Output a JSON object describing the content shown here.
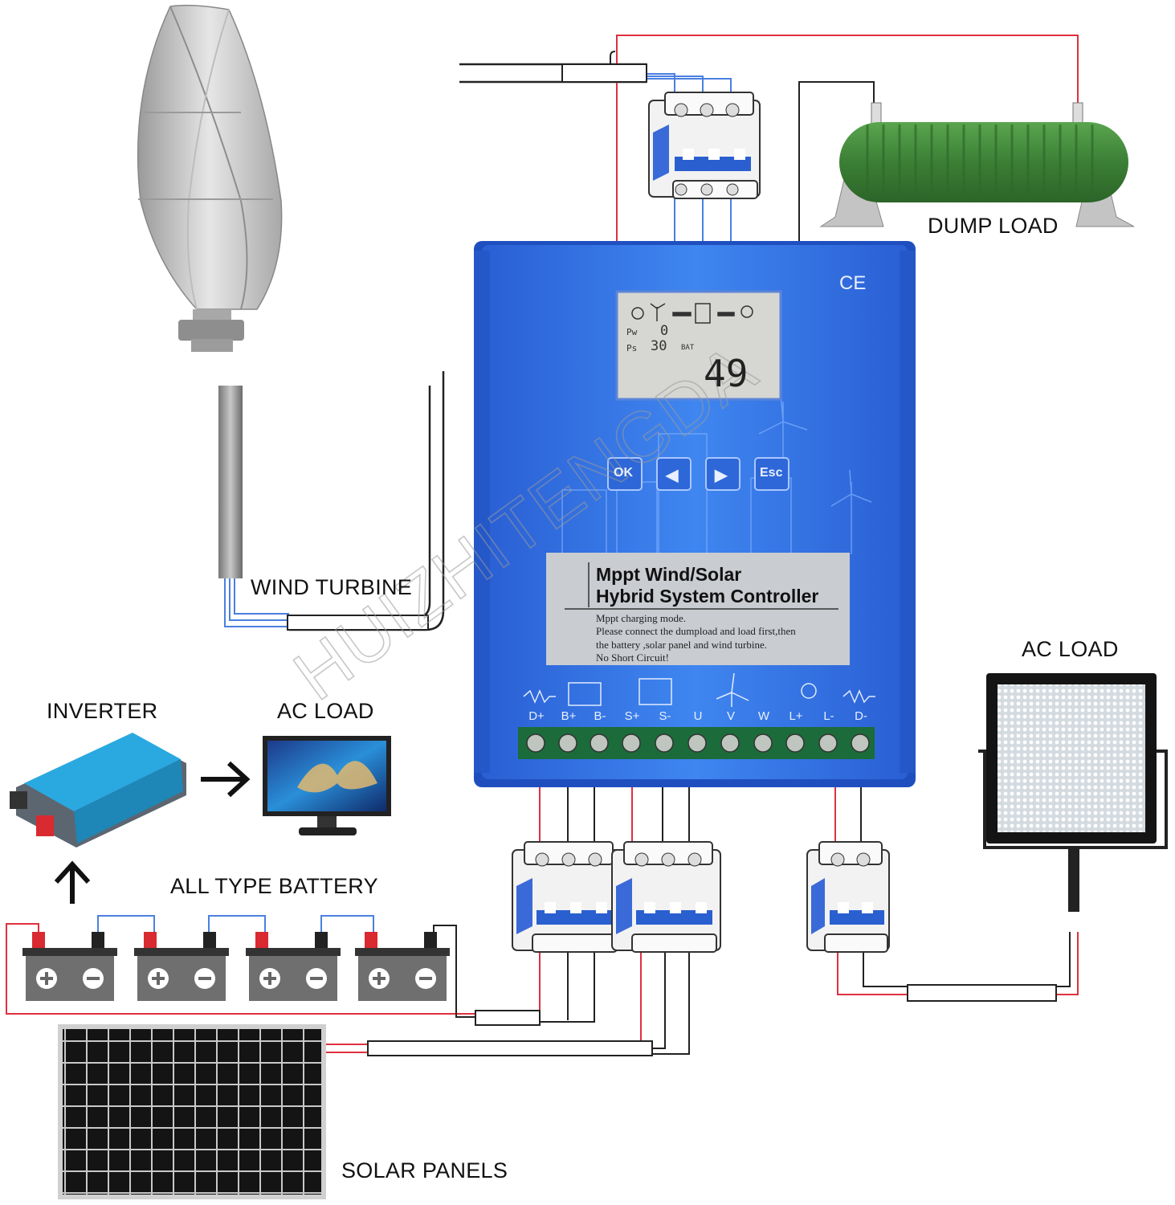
{
  "controller": {
    "title_line1": "Mppt Wind/Solar",
    "title_line2": "Hybrid System Controller",
    "notes": [
      "Mppt charging mode.",
      "Please connect the dumpload and load first,then",
      "the battery ,solar panel and wind turbine.",
      "No Short Circuit!"
    ],
    "ce_mark": "CE",
    "buttons": [
      "OK",
      "◀",
      "▶",
      "Esc"
    ],
    "lcd": {
      "pw_label": "Pw",
      "pw_value": "0",
      "ps_label": "Ps",
      "ps_value": "30",
      "bat_label": "BAT",
      "big_value": "49"
    },
    "terminals": [
      "D+",
      "B+",
      "B-",
      "S+",
      "S-",
      "U",
      "V",
      "W",
      "L+",
      "L-",
      "D-"
    ]
  },
  "labels": {
    "dump_load": "DUMP LOAD",
    "wind_turbine": "WIND TURBINE",
    "inverter": "INVERTER",
    "ac_load_left": "AC LOAD",
    "ac_load_right": "AC LOAD",
    "battery": "ALL TYPE BATTERY",
    "solar": "SOLAR PANELS"
  },
  "watermark": "HUIZHITENGDA",
  "colors": {
    "controller_blue": "#2f6fe0",
    "wire_red": "#e03040",
    "wire_blue": "#4a80e0",
    "wire_black": "#222222",
    "dump_load_green": "#3d8a3a",
    "inverter_blue": "#2aa8e0",
    "breaker_accent": "#2a5fd0"
  }
}
